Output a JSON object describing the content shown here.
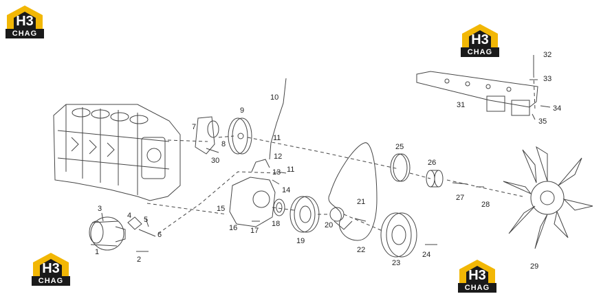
{
  "logos": [
    {
      "mark": "H3",
      "word": "CHAG"
    },
    {
      "mark": "H3",
      "word": "CHAG"
    },
    {
      "mark": "H3",
      "word": "CHAG"
    },
    {
      "mark": "H3",
      "word": "CHAG"
    }
  ],
  "callouts": [
    "1",
    "2",
    "3",
    "4",
    "5",
    "6",
    "7",
    "8",
    "9",
    "10",
    "11",
    "11",
    "12",
    "13",
    "14",
    "15",
    "16",
    "17",
    "18",
    "19",
    "20",
    "21",
    "22",
    "23",
    "24",
    "25",
    "26",
    "27",
    "28",
    "29",
    "30",
    "31",
    "32",
    "33",
    "34",
    "35"
  ],
  "colors": {
    "line": "#444444",
    "logo_yellow": "#f2b705",
    "logo_dark": "#1a1a1a"
  }
}
